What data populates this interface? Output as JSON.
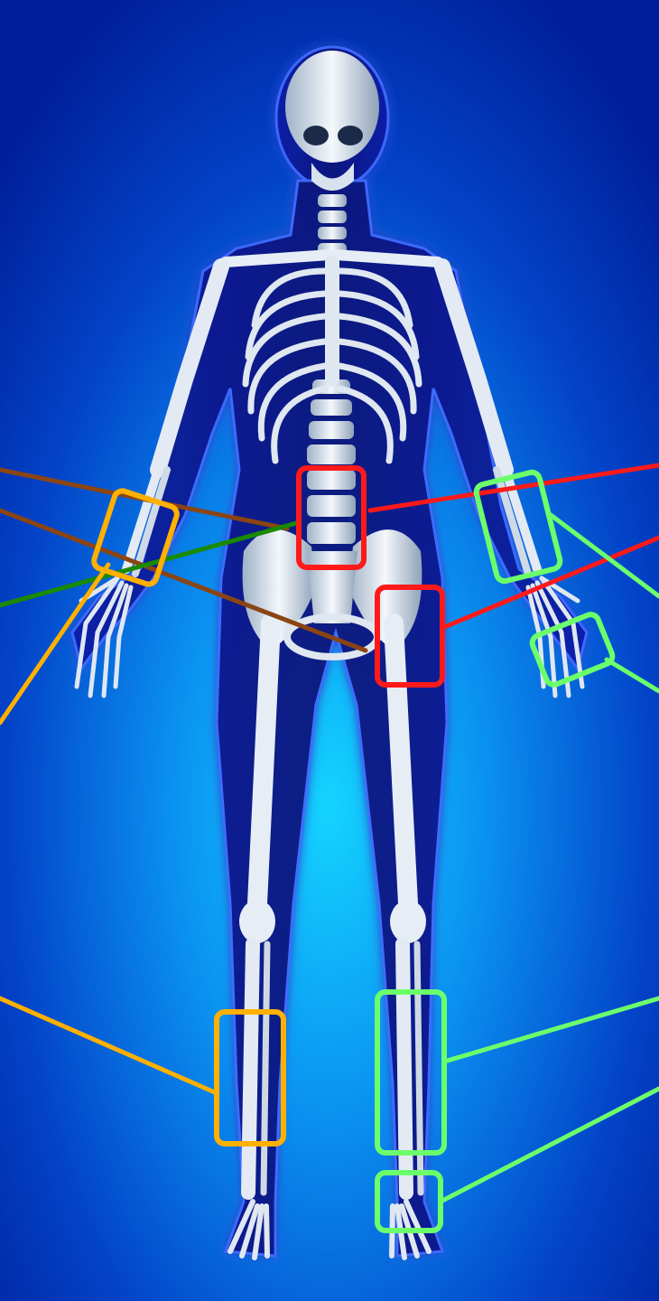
{
  "scene": {
    "subject": "skeleton-xray-figure",
    "background_colors": [
      "#002bb8",
      "#0a6de0",
      "#12c8ff"
    ],
    "body_glow_color": "#1a3cff",
    "bone_color": "#e8eef6"
  },
  "annotation_colors": {
    "red": "#ff1a1a",
    "orange": "#ffb000",
    "light_green": "#6cff6c",
    "dark_green": "#1a8a00",
    "brown": "#8b4513"
  },
  "markers": [
    {
      "name": "lumbar-spine-marker",
      "color": "red"
    },
    {
      "name": "femur-head-marker",
      "color": "red"
    },
    {
      "name": "left-wrist-marker",
      "color": "orange"
    },
    {
      "name": "right-lower-leg-marker",
      "color": "orange"
    },
    {
      "name": "right-forearm-marker",
      "color": "light_green"
    },
    {
      "name": "right-hand-marker",
      "color": "light_green"
    },
    {
      "name": "left-lower-leg-marker",
      "color": "light_green"
    },
    {
      "name": "left-ankle-marker",
      "color": "light_green"
    }
  ]
}
